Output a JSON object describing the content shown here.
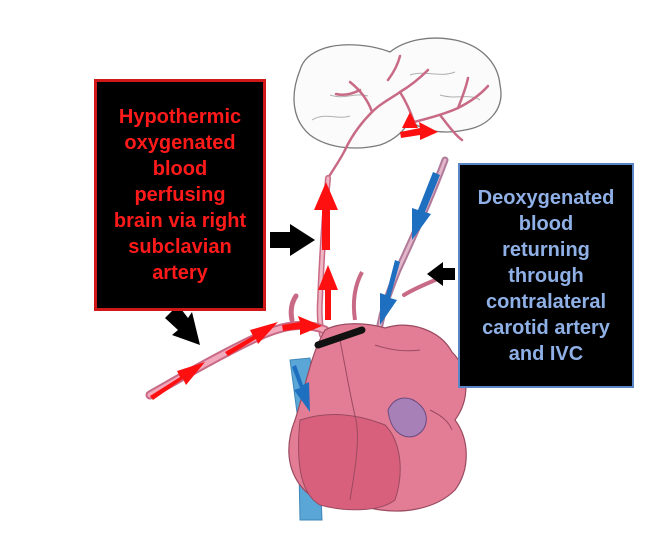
{
  "left_label": {
    "lines": [
      "Hypothermic",
      "oxygenated",
      "blood",
      "perfusing",
      "brain via right",
      "subclavian",
      "artery"
    ],
    "color": "#ff1a1a",
    "border_color": "#d01818"
  },
  "right_label": {
    "lines": [
      "Deoxygenated",
      "blood",
      "returning",
      "through",
      "contralateral",
      "carotid artery",
      "and IVC"
    ],
    "color": "#8fb0e6",
    "border_color": "#5a86c8"
  },
  "colors": {
    "oxygenated_arrow": "#ff1010",
    "deoxygenated_arrow": "#1f6fc0",
    "pointer_arrow": "#000000",
    "heart_fill": "#e37d96",
    "heart_dark": "#d9607c",
    "vein_fill": "#5aa6d6",
    "atrium_fill": "#a880b8"
  }
}
